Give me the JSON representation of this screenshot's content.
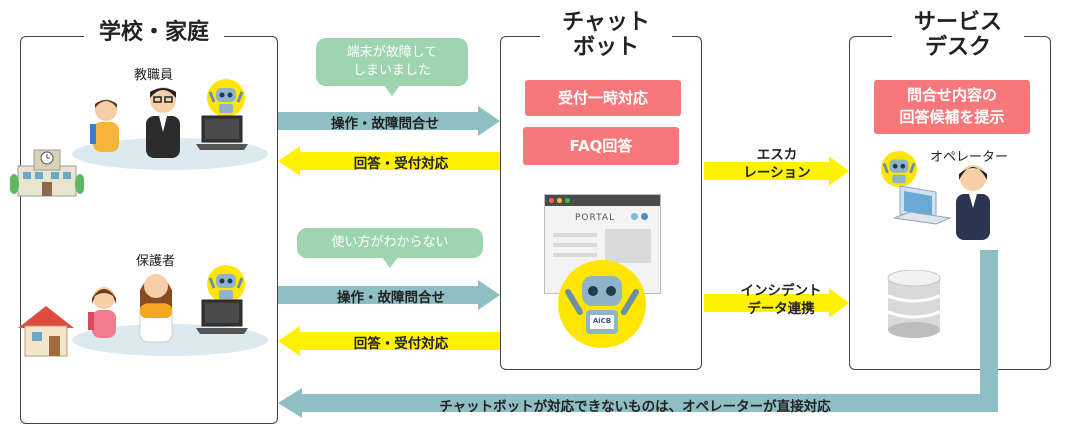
{
  "panels": {
    "school": {
      "title": "学校・家庭"
    },
    "chatbot": {
      "title_line1": "チャット",
      "title_line2": "ボット"
    },
    "servicedesk": {
      "title_line1": "サービス",
      "title_line2": "デスク"
    }
  },
  "school": {
    "teacher_label": "教職員",
    "guardian_label": "保護者",
    "bubble_teacher_line1": "端末が故障して",
    "bubble_teacher_line2": "しまいました",
    "bubble_guardian": "使い方がわからない"
  },
  "arrows": {
    "teacher_inquiry": "操作・故障問合せ",
    "teacher_answer": "回答・受付対応",
    "guardian_inquiry": "操作・故障問合せ",
    "guardian_answer": "回答・受付対応",
    "escalation_line1": "エスカ",
    "escalation_line2": "レーション",
    "incident_line1": "インシデント",
    "incident_line2": "データ連携",
    "bottom": "チャットボットが対応できないものは、オペレーターが直接対応"
  },
  "chatbot": {
    "box1": "受付一時対応",
    "box2": "FAQ回答",
    "portal_label": "PORTAL",
    "robot_badge": "AiCB"
  },
  "servicedesk": {
    "box_line1": "問合せ内容の",
    "box_line2": "回答候補を提示",
    "operator_label": "オペレーター"
  },
  "colors": {
    "teal_arrow": "#8ebfc4",
    "yellow_arrow": "#fff200",
    "pink": "#f6787a",
    "bubble_green": "#9fd4b0"
  }
}
